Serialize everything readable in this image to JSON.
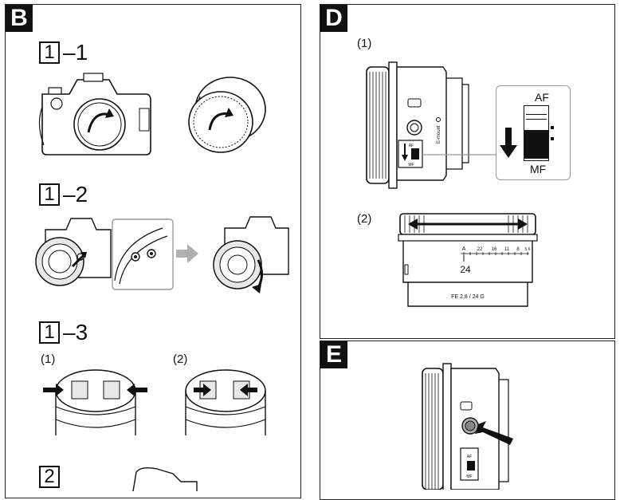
{
  "panel_b": {
    "letter": "B",
    "steps": [
      {
        "num": "1",
        "sub": "–1"
      },
      {
        "num": "1",
        "sub": "–2"
      },
      {
        "num": "1",
        "sub": "–3"
      },
      {
        "num": "2",
        "sub": ""
      }
    ],
    "sub_labels": [
      "(1)",
      "(2)"
    ]
  },
  "panel_d": {
    "letter": "D",
    "sub_labels": [
      "(1)",
      "(2)"
    ],
    "switch_labels": {
      "af": "AF",
      "mf": "MF"
    },
    "mount_label": "E-mount",
    "focal_length": "24",
    "aperture_scale": [
      "A",
      "22",
      "16",
      "11",
      "8",
      "5.6"
    ],
    "lens_name": "FE 2.8 / 24 G"
  },
  "panel_e": {
    "letter": "E",
    "switch_labels": {
      "af": "AF",
      "mf": "MF"
    }
  },
  "colors": {
    "ink": "#111111",
    "arrow_gray": "#b0b0b0",
    "hand_gray": "#e8e8e8"
  }
}
